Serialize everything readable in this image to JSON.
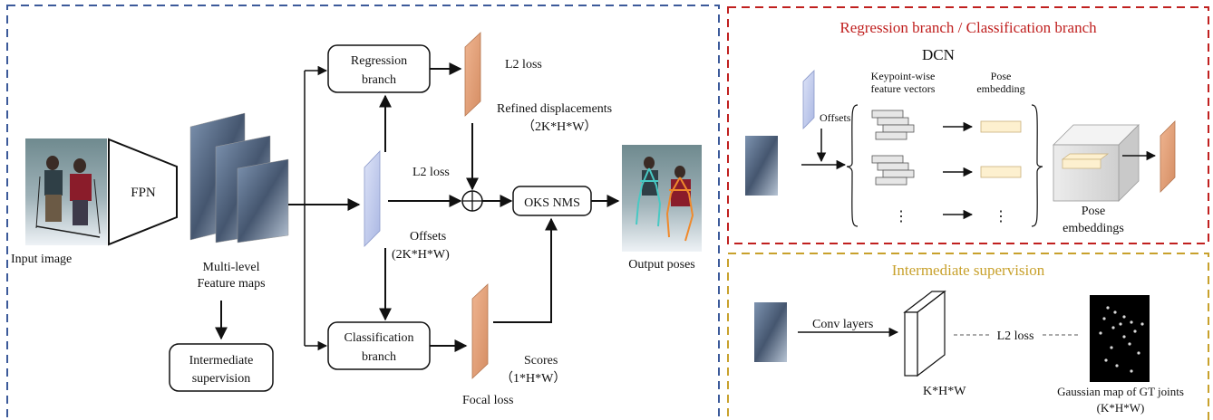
{
  "panels": {
    "regression_classification_title": "Regression branch / Classification branch",
    "intermediate_title": "Intermediate supervision"
  },
  "colors": {
    "main_border": "#3c5a9a",
    "regcls_border": "#c0201f",
    "intermediate_border": "#c8a12c",
    "orange_map": "#e1a27b",
    "blue_map": "#c5cdee",
    "embedding": "#fdf0cf"
  },
  "main": {
    "input_image": "Input image",
    "fpn": "FPN",
    "multi_level": [
      "Multi-level",
      "Feature maps"
    ],
    "intermediate_box": [
      "Intermediate",
      "supervision"
    ],
    "regression_box": [
      "Regression",
      "branch"
    ],
    "classification_box": [
      "Classification",
      "branch"
    ],
    "l2_loss_top": "L2 loss",
    "refined": "Refined displacements",
    "refined_dims": "（2K*H*W）",
    "l2_loss_mid": "L2 loss",
    "offsets": "Offsets",
    "offsets_dims": "(2K*H*W)",
    "plus": "+",
    "oks_nms": "OKS NMS",
    "output_poses": "Output poses",
    "scores": "Scores",
    "scores_dims": "（1*H*W）",
    "focal_loss": "Focal loss"
  },
  "dcn": {
    "title": "DCN",
    "offsets": "Offsets",
    "keypoint_vectors": [
      "Keypoint-wise",
      "feature vectors"
    ],
    "pose_embedding": [
      "Pose",
      "embedding"
    ],
    "pose_embeddings": [
      "Pose",
      "embeddings"
    ],
    "ellipsis": "⋮"
  },
  "intermediate": {
    "conv_layers": "Conv layers",
    "l2_loss": "L2 loss",
    "dims": "K*H*W",
    "gaussian": [
      "Gaussian map of GT joints",
      "(K*H*W)"
    ]
  }
}
